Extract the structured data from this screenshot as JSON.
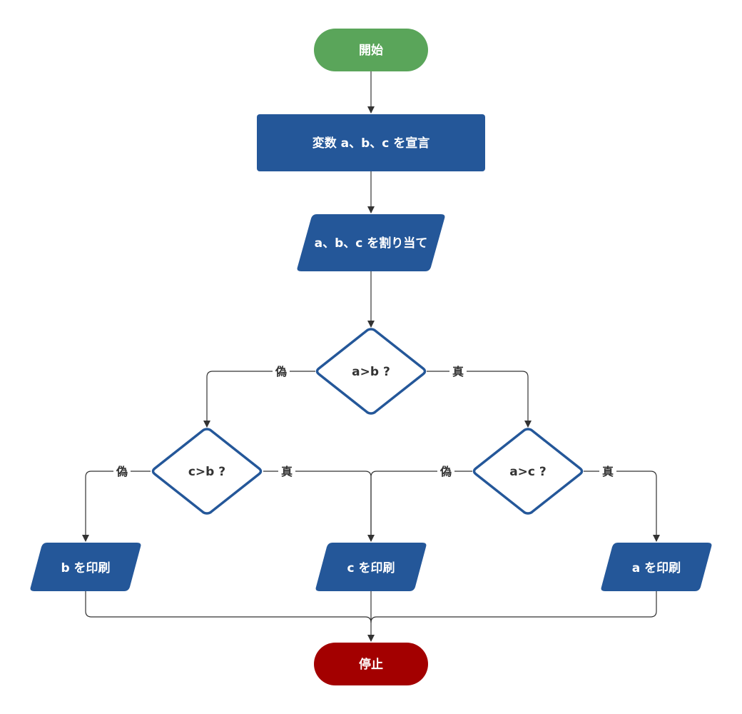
{
  "colors": {
    "start": "#5aa55a",
    "stop": "#a30000",
    "process": "#245799",
    "decision_border": "#245799",
    "line": "#333333"
  },
  "nodes": {
    "start": "開始",
    "declare": "変数 a、b、c を宣言",
    "assign": "a、b、c を割り当て",
    "cond_ab": "a>b ?",
    "cond_cb": "c>b ?",
    "cond_ac": "a>c ?",
    "print_b": "b を印刷",
    "print_c": "c を印刷",
    "print_a": "a を印刷",
    "stop": "停止"
  },
  "edges": {
    "ab_false": "偽",
    "ab_true": "真",
    "cb_false": "偽",
    "cb_true": "真",
    "ac_false": "偽",
    "ac_true": "真"
  }
}
